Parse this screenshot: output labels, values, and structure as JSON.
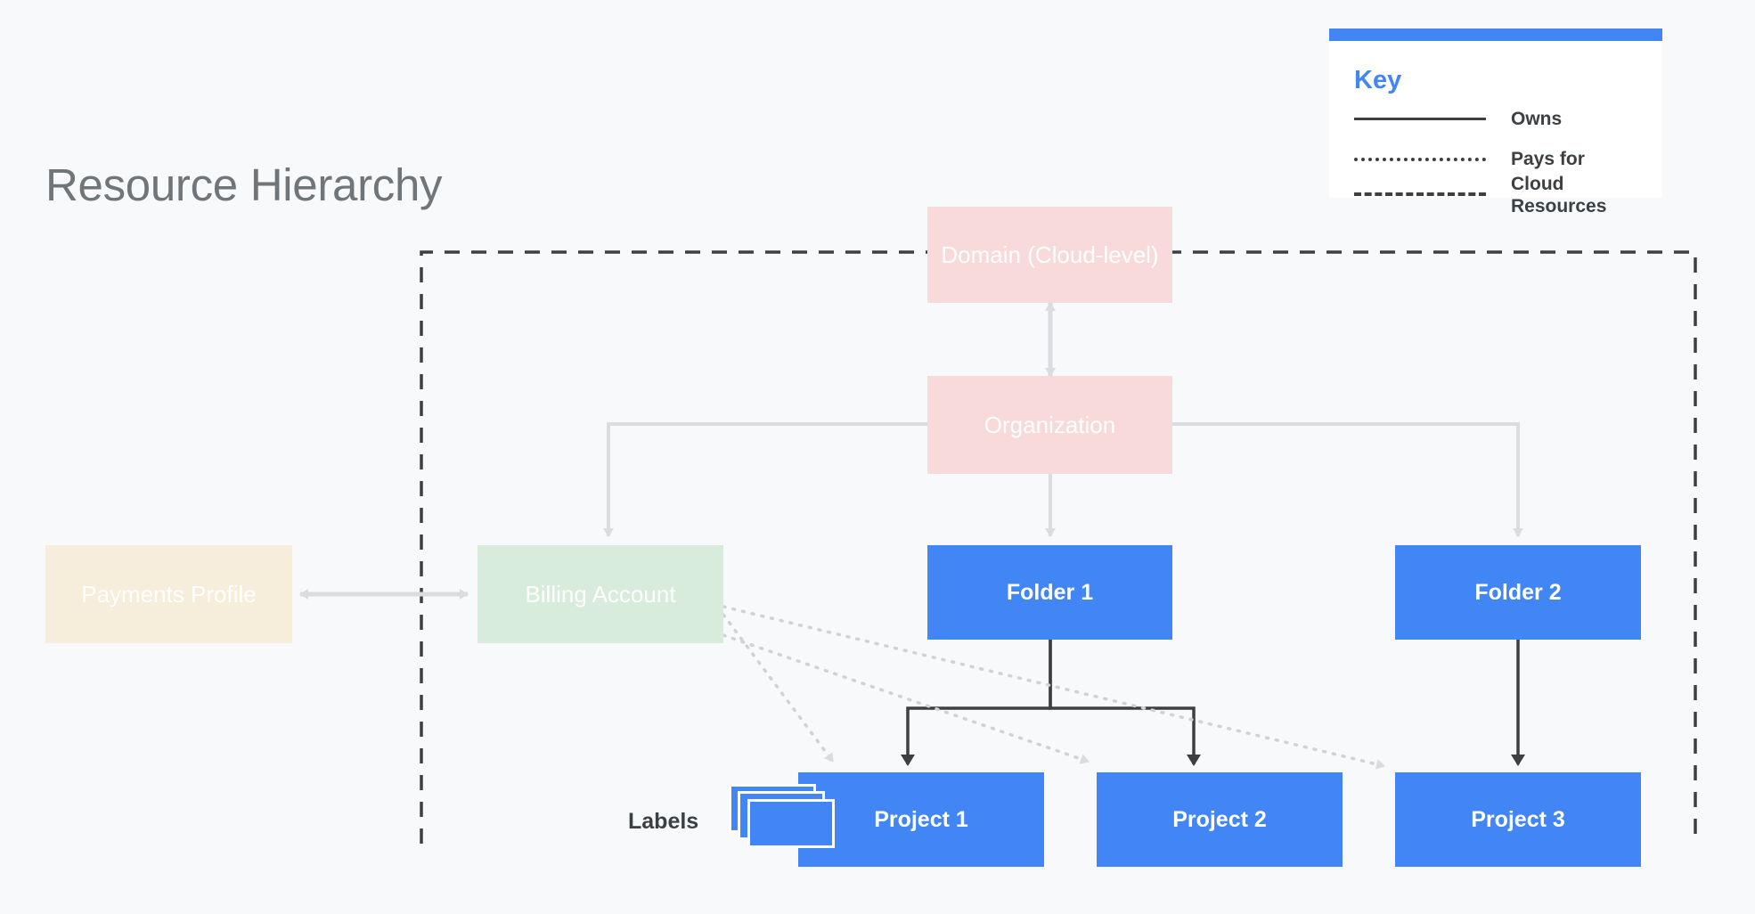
{
  "page": {
    "title": "Resource Hierarchy",
    "background_color": "#f7f9fa",
    "title_color": "#70757a"
  },
  "colors": {
    "accent_blue": "#4285f4",
    "node_blue": "#4285f4",
    "node_pink": "#f8dada",
    "node_cream": "#f6eeda",
    "node_green": "#d8ecdc",
    "owns_line": "#3c4043",
    "org_line": "#dadce0",
    "dashed_boundary": "#3c4043",
    "text_dark": "#3c4043"
  },
  "key": {
    "title": "Key",
    "title_color": "#4285f4",
    "accent_color": "#4285f4",
    "rows": [
      {
        "style": "solid",
        "label": "Owns"
      },
      {
        "style": "dotted",
        "label": "Pays for"
      },
      {
        "style": "dashed",
        "label": "Cloud Resources"
      }
    ]
  },
  "nodes": {
    "domain": {
      "label": "Domain (Cloud-level)",
      "color": "#f8dada"
    },
    "organization": {
      "label": "Organization",
      "color": "#f8dada"
    },
    "payments_profile": {
      "label": "Payments Profile",
      "color": "#f6eeda"
    },
    "billing_account": {
      "label": "Billing Account",
      "color": "#d8ecdc"
    },
    "folder_1": {
      "label": "Folder 1",
      "color": "#4285f4"
    },
    "folder_2": {
      "label": "Folder 2",
      "color": "#4285f4"
    },
    "project_1": {
      "label": "Project 1",
      "color": "#4285f4"
    },
    "project_2": {
      "label": "Project 2",
      "color": "#4285f4"
    },
    "project_3": {
      "label": "Project 3",
      "color": "#4285f4"
    }
  },
  "labels_group": {
    "text": "Labels",
    "icon": "stacked-cards-icon",
    "card_count": 3
  },
  "edges": [
    {
      "from": "domain",
      "to": "organization",
      "style": "solid-light",
      "arrows": "both"
    },
    {
      "from": "organization",
      "to": "billing_account",
      "style": "solid-light",
      "arrows": "end"
    },
    {
      "from": "organization",
      "to": "folder_1",
      "style": "solid-light",
      "arrows": "end"
    },
    {
      "from": "organization",
      "to": "folder_2",
      "style": "solid-light",
      "arrows": "end"
    },
    {
      "from": "payments_profile",
      "to": "billing_account",
      "style": "solid-light",
      "arrows": "both"
    },
    {
      "from": "folder_1",
      "to": "project_1",
      "style": "owns",
      "arrows": "end"
    },
    {
      "from": "folder_1",
      "to": "project_2",
      "style": "owns",
      "arrows": "end"
    },
    {
      "from": "folder_2",
      "to": "project_3",
      "style": "owns",
      "arrows": "end"
    },
    {
      "from": "billing_account",
      "to": "project_1",
      "style": "pays-for",
      "arrows": "end"
    },
    {
      "from": "billing_account",
      "to": "project_2",
      "style": "pays-for",
      "arrows": "end"
    },
    {
      "from": "billing_account",
      "to": "project_3",
      "style": "pays-for",
      "arrows": "end"
    }
  ],
  "cloud_resources_boundary": {
    "style": "dashed",
    "description": "Cloud Resources"
  }
}
